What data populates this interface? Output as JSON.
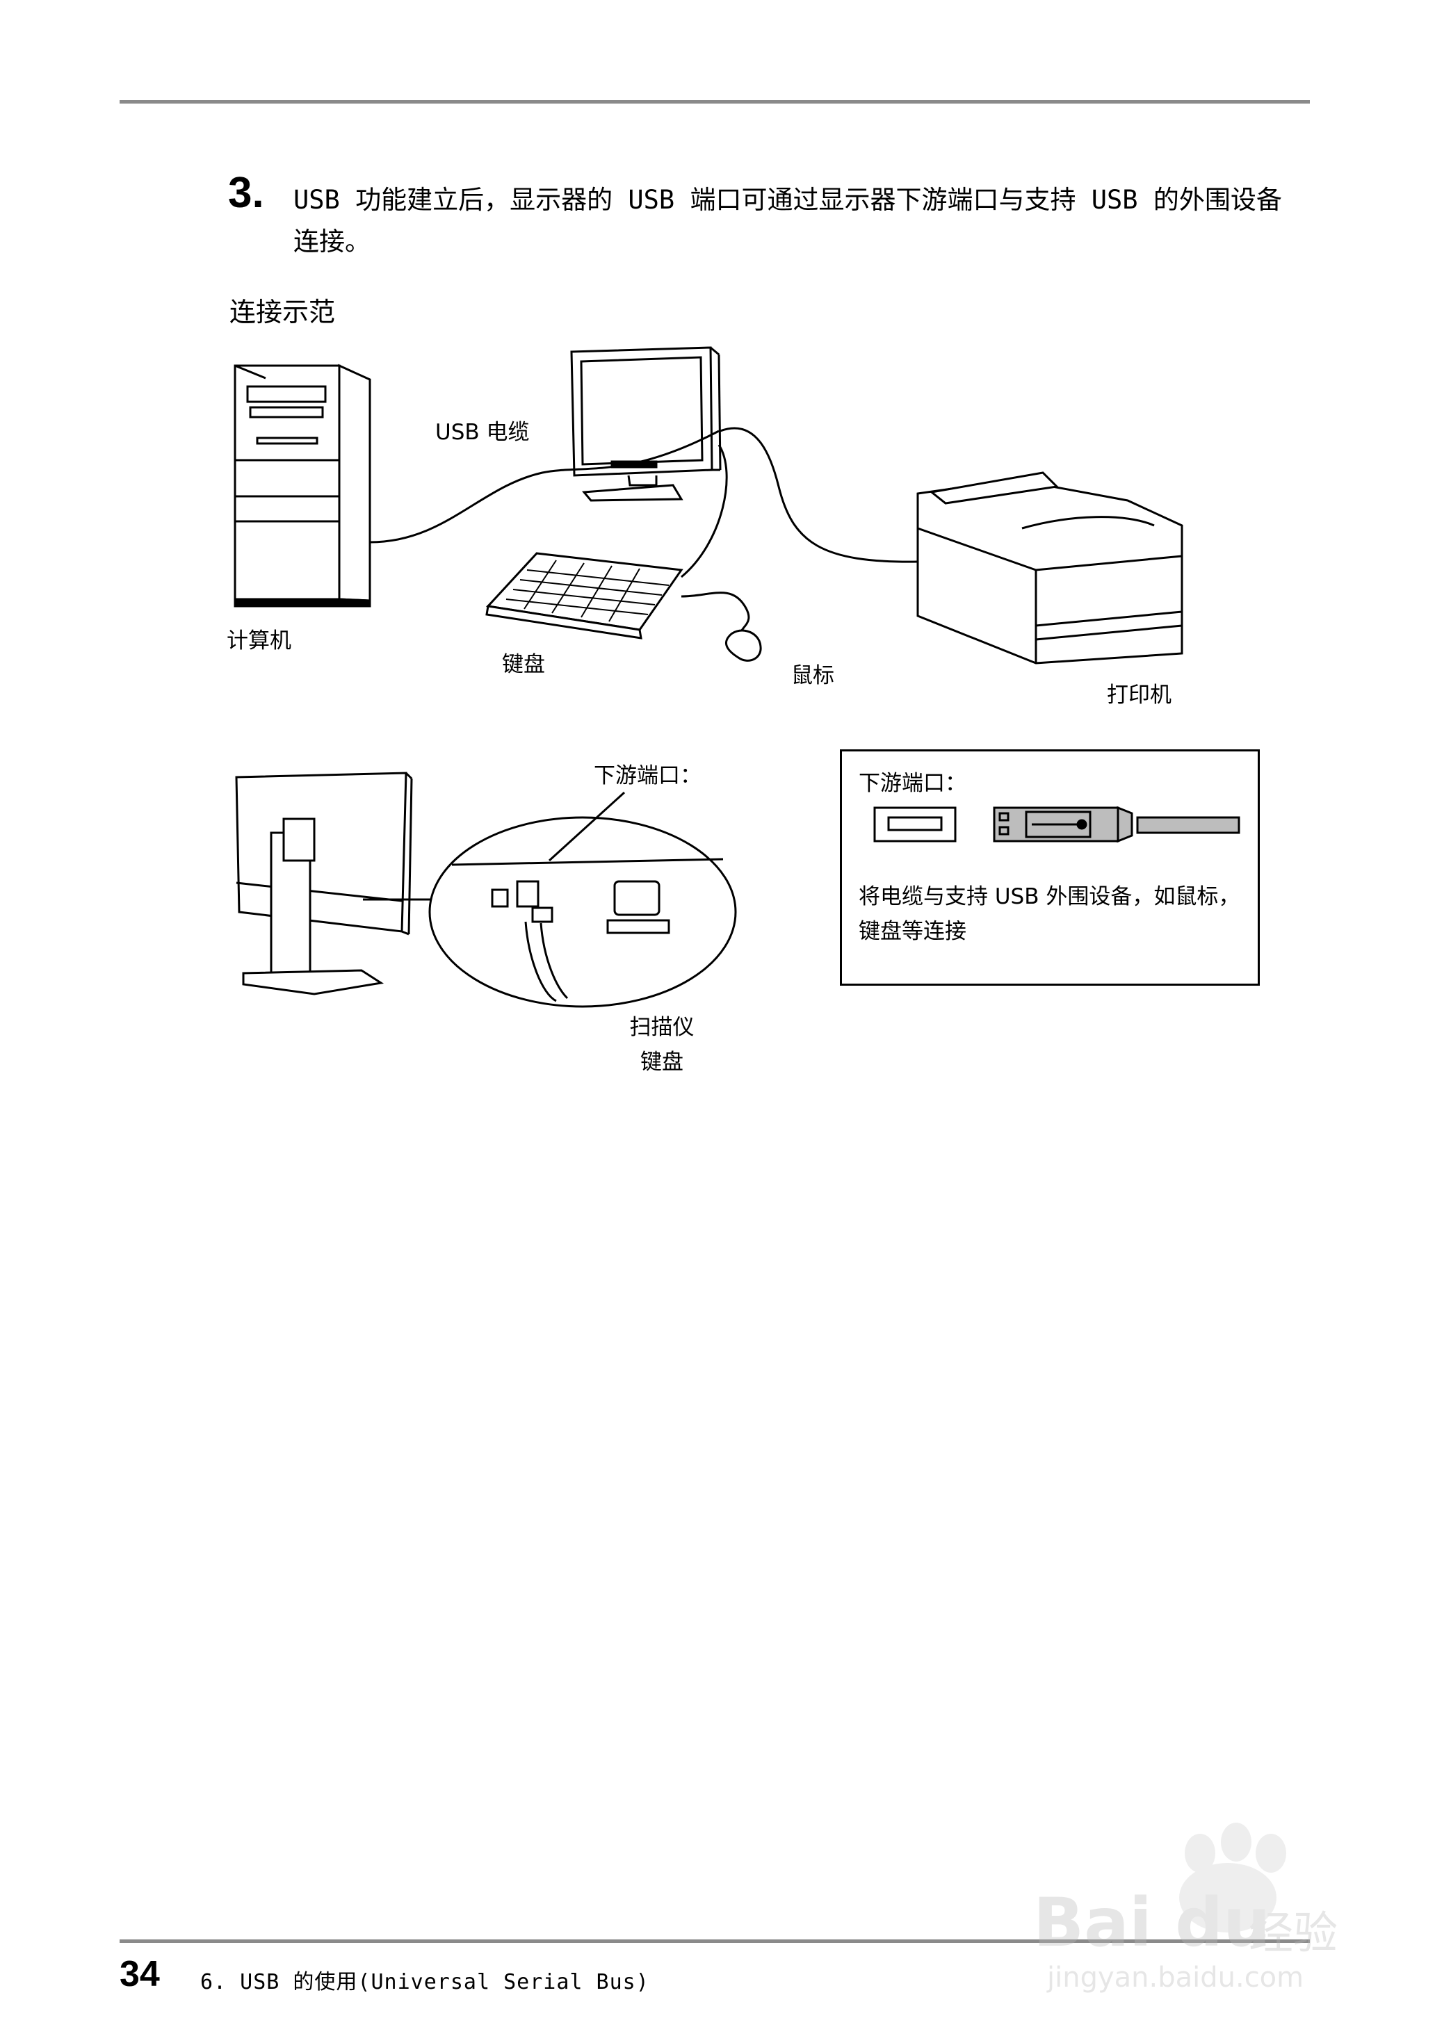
{
  "header": {
    "step_number": "3.",
    "step_text": "USB 功能建立后，显示器的 USB 端口可通过显示器下游端口与支持 USB 的外围设备连接。"
  },
  "section": {
    "title": "连接示范"
  },
  "diagram_top": {
    "labels": {
      "usb_cable": "USB 电缆",
      "computer": "计算机",
      "keyboard": "键盘",
      "mouse": "鼠标",
      "printer": "打印机"
    }
  },
  "diagram_bottom": {
    "downstream_port_label": "下游端口：",
    "scanner": "扫描仪",
    "keyboard": "键盘"
  },
  "info_box": {
    "title": "下游端口：",
    "description": "将电缆与支持 USB 外围设备，如鼠标，键盘等连接"
  },
  "footer": {
    "page_number": "34",
    "text": "6. USB 的使用(Universal Serial Bus)"
  },
  "watermark": {
    "brand": "Bai du",
    "suffix": "经验",
    "url": "jingyan.baidu.com"
  },
  "colors": {
    "rule": "#8a8a8a",
    "text": "#000000",
    "watermark": "#b8b8b8"
  }
}
